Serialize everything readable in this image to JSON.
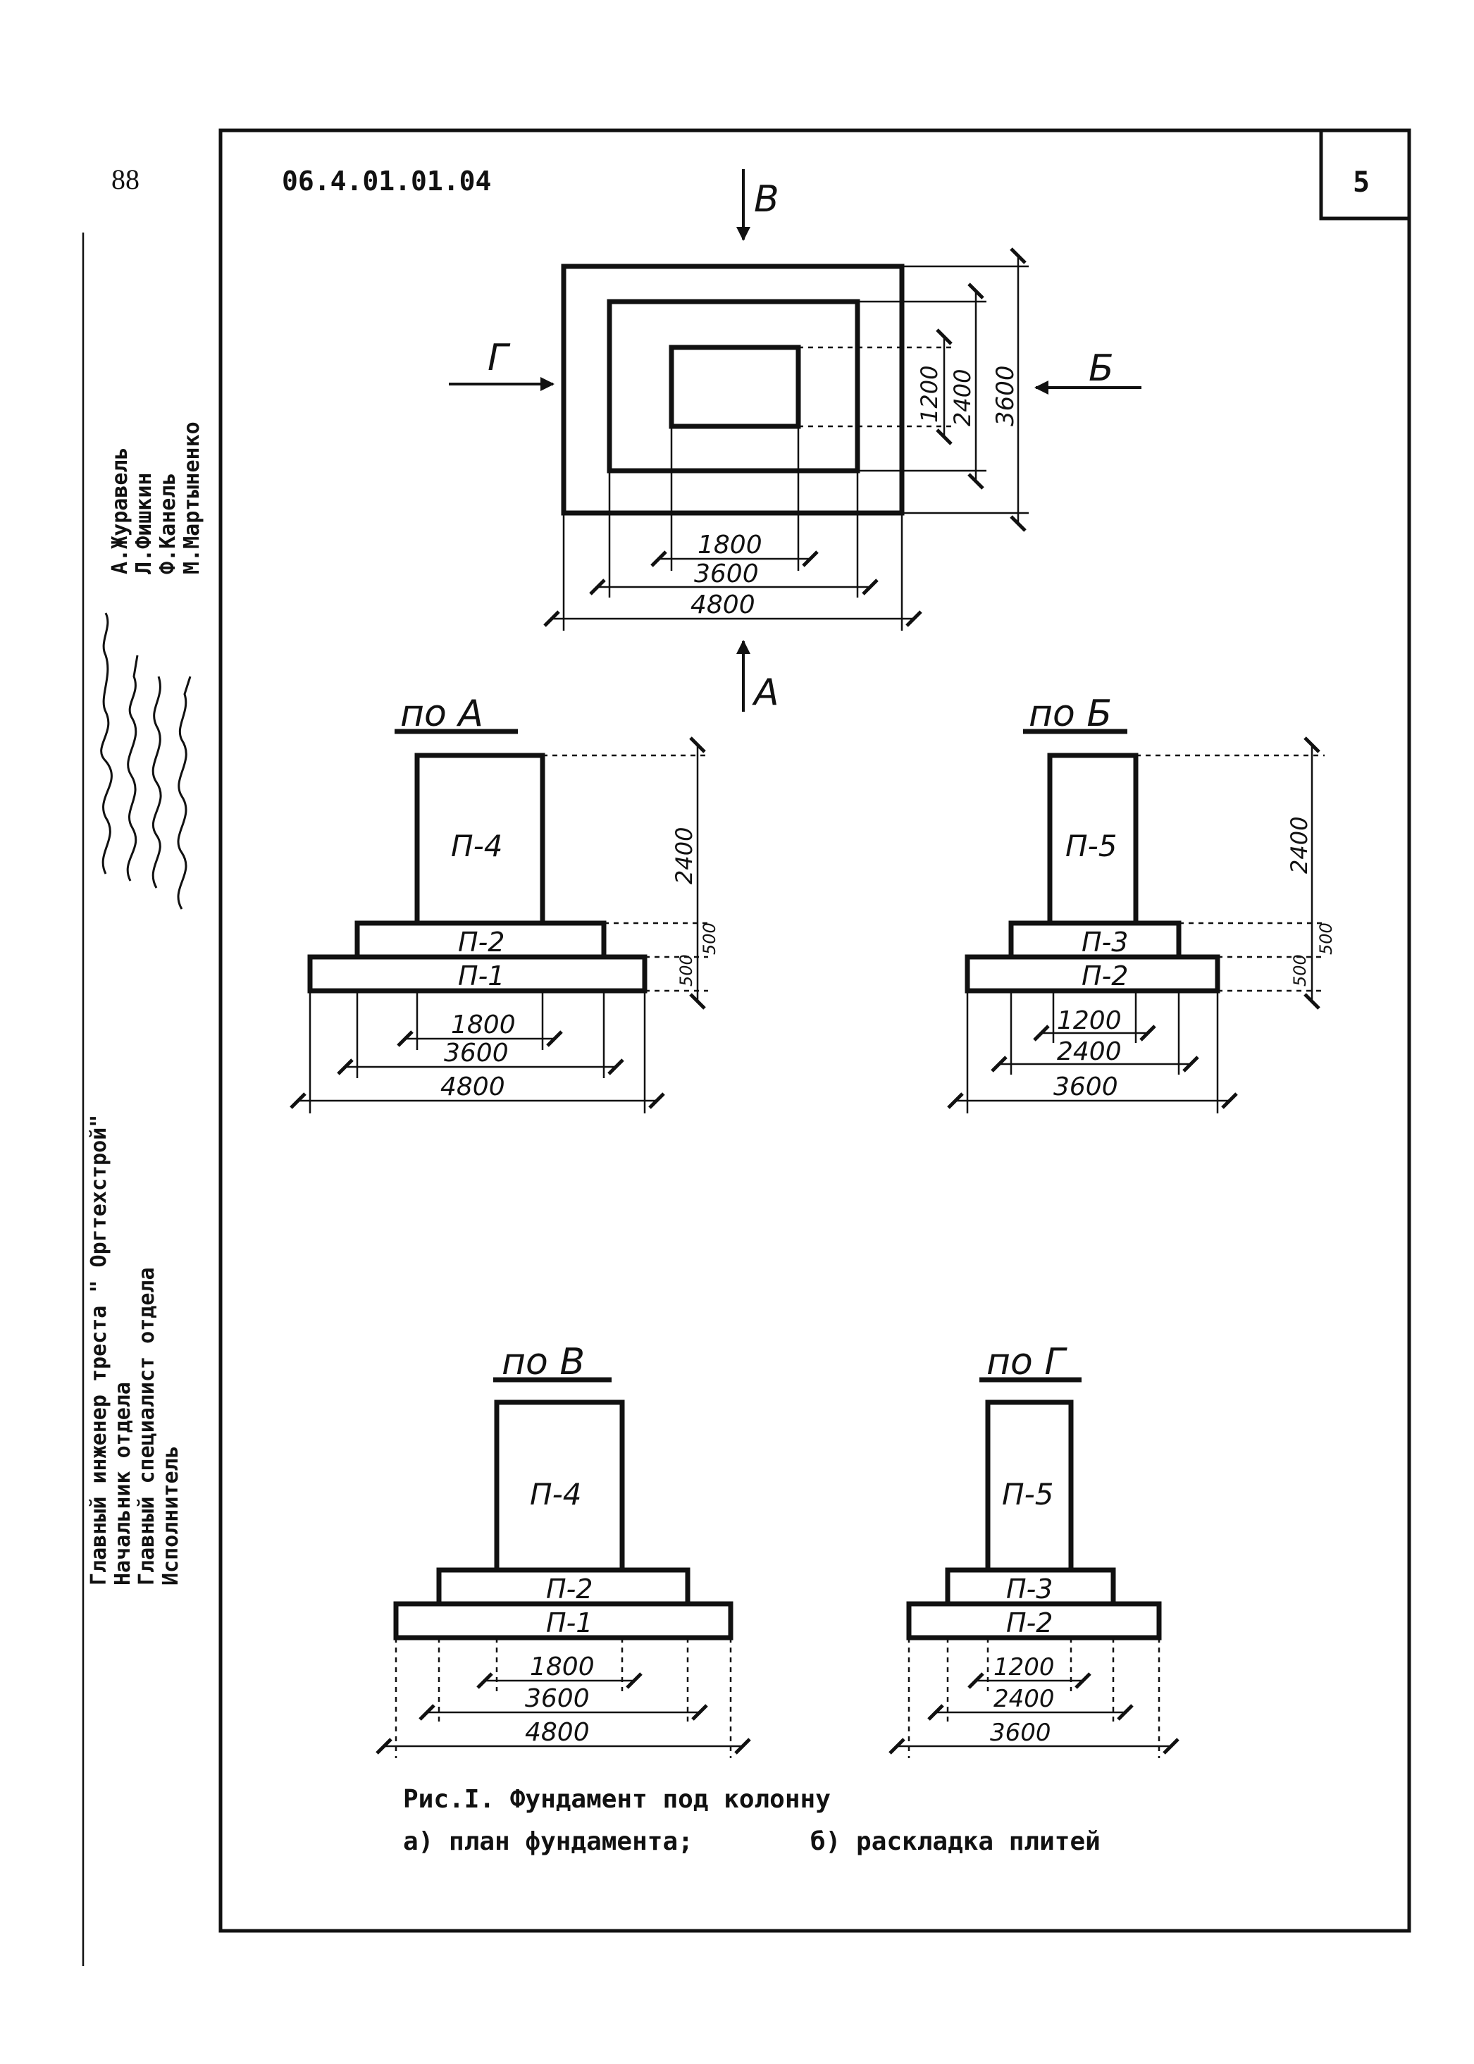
{
  "page_number": "88",
  "doc_code": "06.4.01.01.04",
  "sheet_number": "5",
  "staff_roles": [
    "Главный инженер треста \" Оргтехстрой\"",
    "Начальник отдела",
    "Главный специалист отдела",
    "Исполнитель"
  ],
  "staff_names": [
    "А.Журавель",
    "Л.Фишкин",
    "Ф.Канель",
    "М.Мартыненко"
  ],
  "plan": {
    "arrow_top": "В",
    "arrow_bottom": "А",
    "arrow_left": "Г",
    "arrow_right": "Б",
    "dims_horizontal": [
      "1800",
      "3600",
      "4800"
    ],
    "dims_vertical": [
      "1200",
      "2400",
      "3600"
    ]
  },
  "sections": [
    {
      "title": "по А",
      "blocks": [
        "П-4",
        "П-2",
        "П-1"
      ],
      "dims_horizontal": [
        "1800",
        "3600",
        "4800"
      ],
      "dims_vertical": [
        "2400",
        "500",
        "500"
      ]
    },
    {
      "title": "по Б",
      "blocks": [
        "П-5",
        "П-3",
        "П-2"
      ],
      "dims_horizontal": [
        "1200",
        "2400",
        "3600"
      ],
      "dims_vertical": [
        "2400",
        "500",
        "500"
      ]
    },
    {
      "title": "по В",
      "blocks": [
        "П-4",
        "П-2",
        "П-1"
      ],
      "dims_horizontal": [
        "1800",
        "3600",
        "4800"
      ]
    },
    {
      "title": "по Г",
      "blocks": [
        "П-5",
        "П-3",
        "П-2"
      ],
      "dims_horizontal": [
        "1200",
        "2400",
        "3600"
      ]
    }
  ],
  "caption": {
    "line1": "Рис.I. Фундамент под колонну",
    "line2a": "а) план фундамента;",
    "line2b": "б) раскладка плитей"
  }
}
